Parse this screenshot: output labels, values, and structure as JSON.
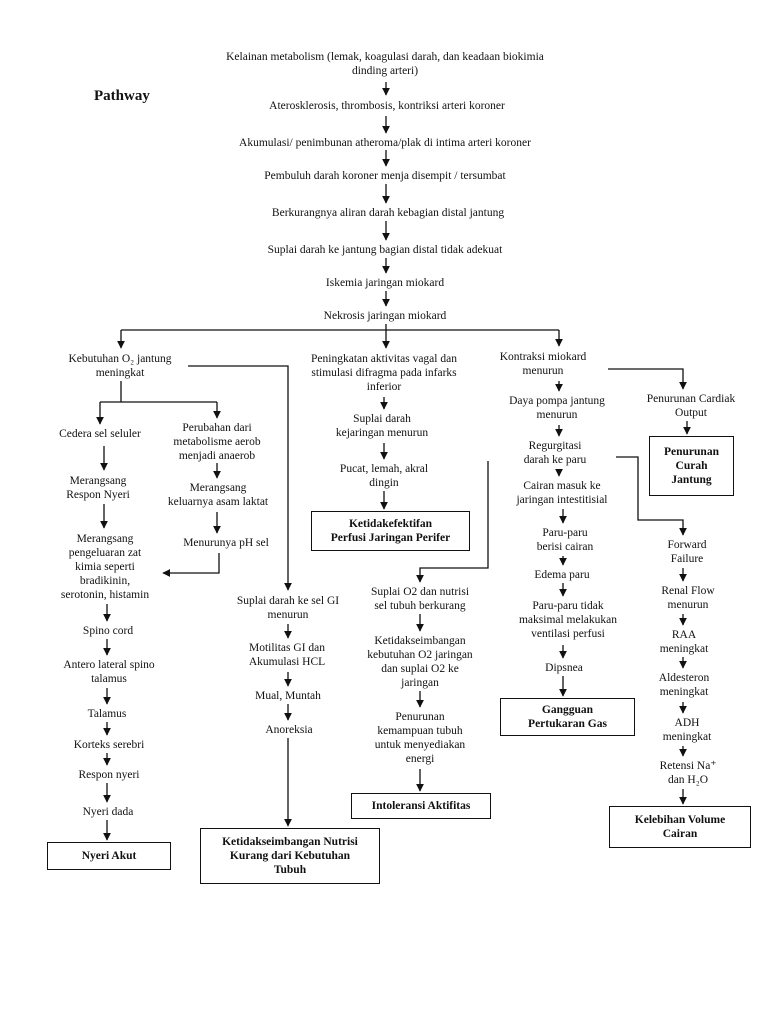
{
  "title": "Pathway",
  "nodes": {
    "n1": "Kelainan metabolism (lemak, koagulasi darah, dan keadaan biokimia\ndinding arteri)",
    "n2": "Aterosklerosis, thrombosis, kontriksi arteri koroner",
    "n3": "Akumulasi/ penimbunan atheroma/plak di intima arteri koroner",
    "n4": "Pembuluh darah koroner menja disempit / tersumbat",
    "n5": "Berkurangnya aliran darah kebagian distal jantung",
    "n6": "Suplai darah ke jantung bagian distal tidak adekuat",
    "n7": "Iskemia jaringan miokard",
    "n8": "Nekrosis jaringan miokard",
    "a1": "Kebutuhan O₂ jantung\nmeningkat",
    "a2": "Cedera sel seluler",
    "a3": "Merangsang\nRespon Nyeri",
    "a4": "Merangsang\npengeluaran zat\nkimia seperti\nbradikinin,\nserotonin, histamin",
    "a5": "Spino cord",
    "a6": "Antero lateral spino\ntalamus",
    "a7": "Talamus",
    "a8": "Korteks serebri",
    "a9": "Respon nyeri",
    "a10": "Nyeri dada",
    "b1": "Perubahan dari\nmetabolisme aerob\nmenjadi anaerob",
    "b2": "Merangsang\nkeluarnya asam laktat",
    "b3": "Menurunya pH sel",
    "c1": "Suplai darah ke sel GI\nmenurun",
    "c2": "Motilitas GI dan\nAkumulasi HCL",
    "c3": "Mual, Muntah",
    "c4": "Anoreksia",
    "d1": "Peningkatan aktivitas vagal dan\nstimulasi  difragma pada infarks\ninferior",
    "d2": "Suplai darah\nkejaringan menurun",
    "d3": "Pucat, lemah, akral\ndingin",
    "e1": "Suplai O2 dan nutrisi\nsel tubuh berkurang",
    "e2": "Ketidakseimbangan\nkebutuhan O2 jaringan\ndan suplai O2 ke\njaringan",
    "e3": "Penurunan\nkemampuan tubuh\nuntuk menyediakan\nenergi",
    "f1": "Kontraksi miokard\nmenurun",
    "f2": "Daya pompa jantung\nmenurun",
    "f3": "Regurgitasi\ndarah ke paru",
    "f4": "Cairan masuk ke\njaringan intestitisial",
    "f5": "Paru-paru\nberisi cairan",
    "f6": "Edema paru",
    "f7": "Paru-paru tidak\nmaksimal melakukan\nventilasi perfusi",
    "f8": "Dipsnea",
    "g1": "Penurunan Cardiak\nOutput",
    "h1": "Forward\nFailure",
    "h2": "Renal Flow\nmenurun",
    "h3": "RAA\nmeningkat",
    "h4": "Aldesteron\nmeningkat",
    "h5": "ADH\nmeningkat",
    "h6": "Retensi Na⁺\ndan H₂O"
  },
  "diagnoses": {
    "nyeri_akut": "Nyeri Akut",
    "nutrisi": "Ketidakseimbangan Nutrisi\nKurang dari Kebutuhan\nTubuh",
    "perfusi": "Ketidakefektifan\nPerfusi Jaringan Perifer",
    "intoleransi": "Intoleransi Aktifitas",
    "pertukaran_gas": "Gangguan\nPertukaran Gas",
    "curah_jantung": "Penurunan\nCurah\nJantung",
    "volume_cairan": "Kelebihan Volume\nCairan"
  }
}
